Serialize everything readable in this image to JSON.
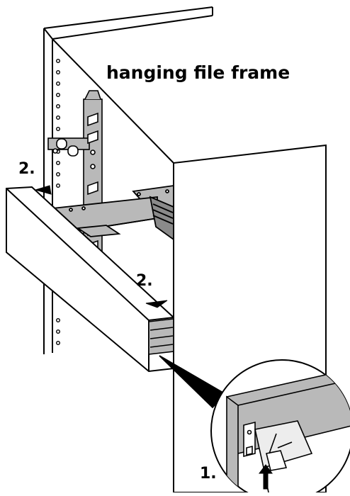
{
  "diagram": {
    "title": "hanging file frame",
    "steps": {
      "step_2_left": "2.",
      "step_2_right": "2.",
      "step_1": "1."
    }
  },
  "colors": {
    "line": "#000000",
    "metal": "#b9b9b9",
    "metal_dark": "#8a8a8a",
    "background": "#ffffff"
  }
}
